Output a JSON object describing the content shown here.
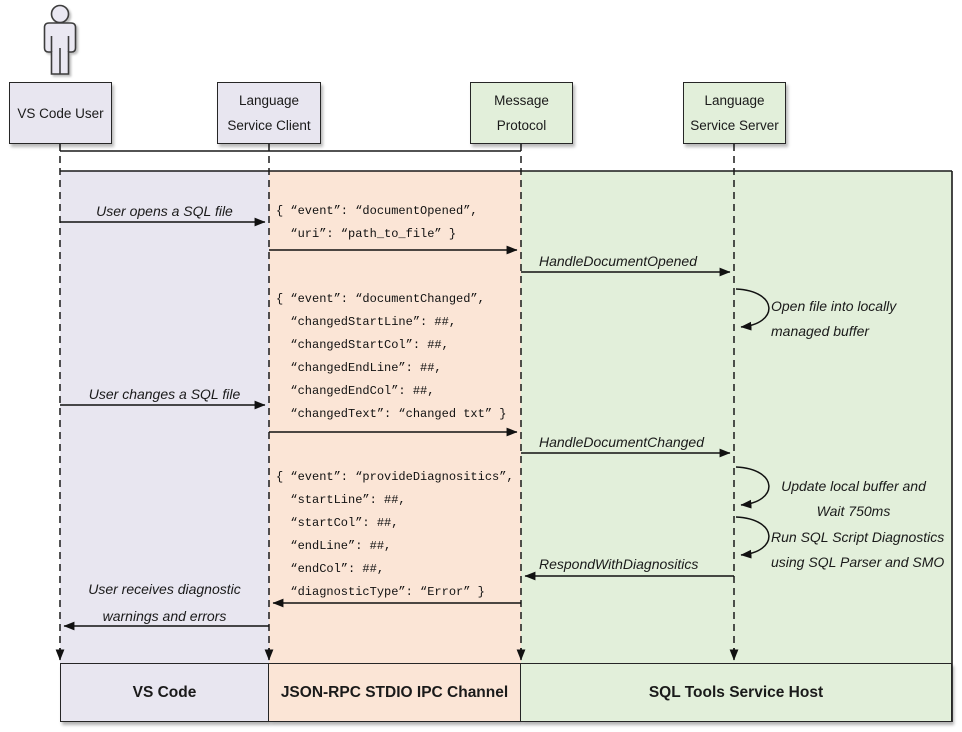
{
  "colors": {
    "lavender": "#e8e6f0",
    "peach": "#fbe5d6",
    "green": "#e2efda"
  },
  "actors": {
    "user": {
      "label": "VS Code User"
    },
    "client": {
      "line1": "Language",
      "line2": "Service Client"
    },
    "protocol": {
      "line1": "Message",
      "line2": "Protocol"
    },
    "server": {
      "line1": "Language",
      "line2": "Service Server"
    }
  },
  "lanes": {
    "vscode": "VS Code",
    "channel": "JSON-RPC STDIO IPC Channel",
    "host": "SQL Tools Service Host"
  },
  "labels": {
    "user_opens": "User opens a SQL file",
    "handle_opened": "HandleDocumentOpened",
    "user_changes": "User changes a SQL file",
    "handle_changed": "HandleDocumentChanged",
    "respond": "RespondWithDiagnositics",
    "user_receives_1": "User receives diagnostic",
    "user_receives_2": "warnings and errors",
    "note_open_1": "Open file into locally",
    "note_open_2": "managed buffer",
    "note_update_1": "Update local buffer and",
    "note_update_2": "Wait 750ms",
    "note_run_1": "Run SQL Script Diagnostics",
    "note_run_2": "using SQL Parser and SMO"
  },
  "payloads": {
    "document_opened": {
      "l1": "{ “event”: “documentOpened”,",
      "l2": "  “uri”: “path_to_file” }"
    },
    "document_changed": {
      "l1": "{ “event”: “documentChanged”,",
      "l2": "  “changedStartLine”: ##,",
      "l3": "  “changedStartCol”: ##,",
      "l4": "  “changedEndLine”: ##,",
      "l5": "  “changedEndCol”: ##,",
      "l6": "  “changedText”: “changed txt” }"
    },
    "provide_diagnostics": {
      "l1": "{ “event”: “provideDiagnositics”,",
      "l2": "  “startLine”: ##,",
      "l3": "  “startCol”: ##,",
      "l4": "  “endLine”: ##,",
      "l5": "  “endCol”: ##,",
      "l6": "  “diagnosticType”: “Error” }"
    }
  }
}
